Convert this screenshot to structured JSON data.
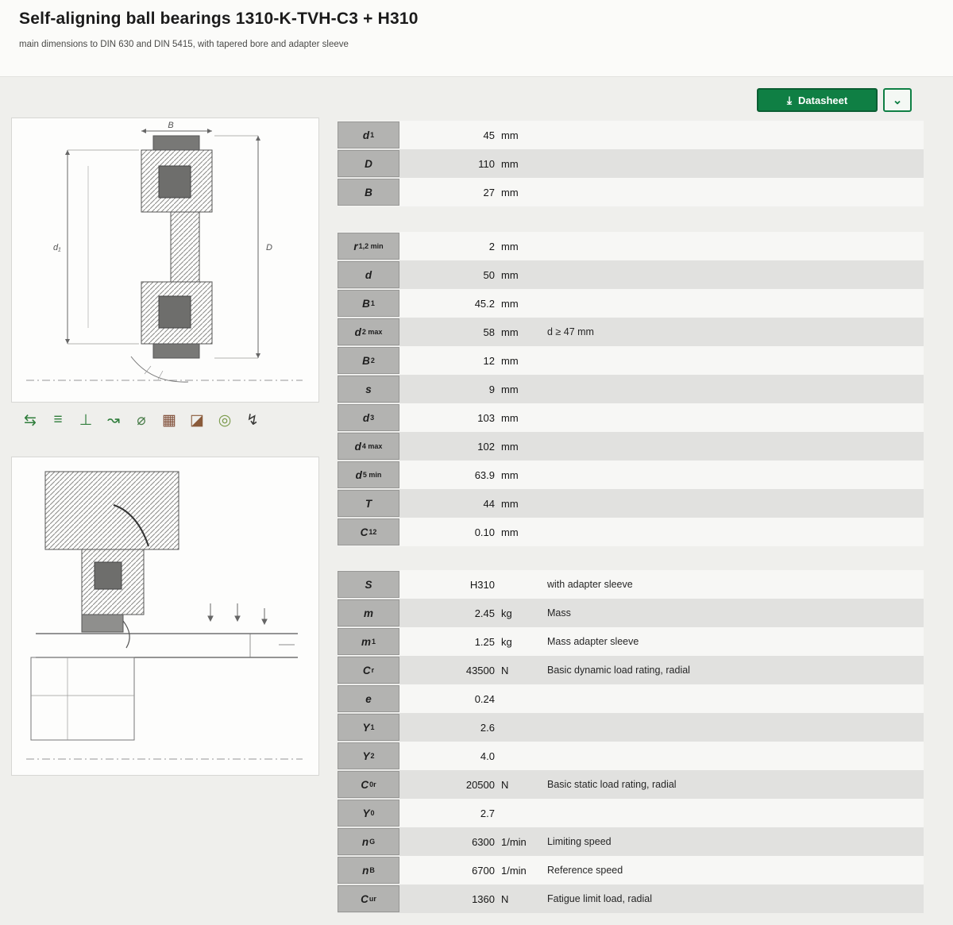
{
  "header": {
    "title": "Self-aligning ball bearings 1310-K-TVH-C3 + H310",
    "subtitle": "main dimensions to DIN 630 and DIN 5415, with tapered bore and adapter sleeve"
  },
  "toolbar": {
    "datasheet_label": "Datasheet",
    "download_icon": "⤓",
    "dropdown_icon": "⌄"
  },
  "colors": {
    "accent_green": "#0f7f44",
    "label_box_gray": "#b3b3b1",
    "row_stripe_gray": "#e1e1df"
  },
  "drawing_labels": {
    "width_b": "B",
    "bore_d1": "d₁",
    "outside_d": "D"
  },
  "feature_icons": [
    {
      "name": "misalignment-compensation-icon",
      "glyph": "⇆",
      "color": "#2f7d3b"
    },
    {
      "name": "low-friction-icon",
      "glyph": "≡",
      "color": "#2f7d3b"
    },
    {
      "name": "axial-load-icon",
      "glyph": "⊥",
      "color": "#2f7d3b"
    },
    {
      "name": "speed-suitability-icon",
      "glyph": "↝",
      "color": "#2f7d3b"
    },
    {
      "name": "grease-lubrication-icon",
      "glyph": "⌀",
      "color": "#4a7d4a"
    },
    {
      "name": "sealing-icon",
      "glyph": "▦",
      "color": "#7d4a33"
    },
    {
      "name": "temperature-icon",
      "glyph": "◪",
      "color": "#8a5a3a"
    },
    {
      "name": "clearance-icon",
      "glyph": "◎",
      "color": "#7a9a4a"
    },
    {
      "name": "mounting-icon",
      "glyph": "↯",
      "color": "#3a3a38"
    }
  ],
  "table": {
    "sections": [
      {
        "name": "main-dimensions",
        "rows": [
          {
            "sym": "d",
            "sub": "1",
            "value": "45",
            "unit": "mm",
            "remark": ""
          },
          {
            "sym": "D",
            "sub": "",
            "value": "110",
            "unit": "mm",
            "remark": ""
          },
          {
            "sym": "B",
            "sub": "",
            "value": "27",
            "unit": "mm",
            "remark": ""
          }
        ]
      },
      {
        "name": "dimensions",
        "rows": [
          {
            "sym": "r",
            "sub": "1,2 min",
            "value": "2",
            "unit": "mm",
            "remark": ""
          },
          {
            "sym": "d",
            "sub": "",
            "value": "50",
            "unit": "mm",
            "remark": ""
          },
          {
            "sym": "B",
            "sub": "1",
            "value": "45.2",
            "unit": "mm",
            "remark": ""
          },
          {
            "sym": "d",
            "sub": "2 max",
            "value": "58",
            "unit": "mm",
            "remark": "d ≥ 47 mm"
          },
          {
            "sym": "B",
            "sub": "2",
            "value": "12",
            "unit": "mm",
            "remark": ""
          },
          {
            "sym": "s",
            "sub": "",
            "value": "9",
            "unit": "mm",
            "remark": ""
          },
          {
            "sym": "d",
            "sub": "3",
            "value": "103",
            "unit": "mm",
            "remark": ""
          },
          {
            "sym": "d",
            "sub": "4 max",
            "value": "102",
            "unit": "mm",
            "remark": ""
          },
          {
            "sym": "d",
            "sub": "5 min",
            "value": "63.9",
            "unit": "mm",
            "remark": ""
          },
          {
            "sym": "T",
            "sub": "",
            "value": "44",
            "unit": "mm",
            "remark": ""
          },
          {
            "sym": "C",
            "sub": "12",
            "value": "0.10",
            "unit": "mm",
            "remark": ""
          }
        ]
      },
      {
        "name": "load-ratings-and-speeds",
        "rows": [
          {
            "sym": "S",
            "sub": "",
            "value": "H310",
            "unit": "",
            "remark": "with adapter sleeve"
          },
          {
            "sym": "m",
            "sub": "",
            "value": "2.45",
            "unit": "kg",
            "remark": "Mass"
          },
          {
            "sym": "m",
            "sub": "1",
            "value": "1.25",
            "unit": "kg",
            "remark": "Mass adapter sleeve"
          },
          {
            "sym": "C",
            "sub": "r",
            "value": "43500",
            "unit": "N",
            "remark": "Basic dynamic load rating, radial"
          },
          {
            "sym": "e",
            "sub": "",
            "value": "0.24",
            "unit": "",
            "remark": ""
          },
          {
            "sym": "Y",
            "sub": "1",
            "value": "2.6",
            "unit": "",
            "remark": ""
          },
          {
            "sym": "Y",
            "sub": "2",
            "value": "4.0",
            "unit": "",
            "remark": ""
          },
          {
            "sym": "C",
            "sub": "0r",
            "value": "20500",
            "unit": "N",
            "remark": "Basic static load rating, radial"
          },
          {
            "sym": "Y",
            "sub": "0",
            "value": "2.7",
            "unit": "",
            "remark": ""
          },
          {
            "sym": "n",
            "sub": "G",
            "value": "6300",
            "unit": "1/min",
            "remark": "Limiting speed"
          },
          {
            "sym": "n",
            "sub": "B",
            "value": "6700",
            "unit": "1/min",
            "remark": "Reference speed"
          },
          {
            "sym": "C",
            "sub": "ur",
            "value": "1360",
            "unit": "N",
            "remark": "Fatigue limit load, radial"
          }
        ]
      }
    ]
  }
}
